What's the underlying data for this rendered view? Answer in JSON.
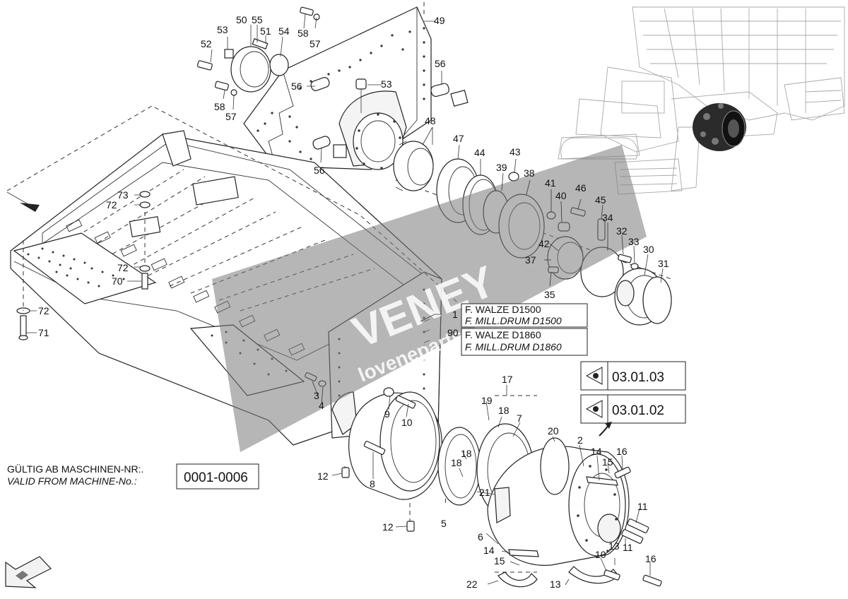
{
  "callouts": [
    {
      "id": "c49",
      "text": "49"
    },
    {
      "id": "c50",
      "text": "50"
    },
    {
      "id": "c55",
      "text": "55"
    },
    {
      "id": "c53a",
      "text": "53"
    },
    {
      "id": "c51",
      "text": "51"
    },
    {
      "id": "c54",
      "text": "54"
    },
    {
      "id": "c58a",
      "text": "58"
    },
    {
      "id": "c57a",
      "text": "57"
    },
    {
      "id": "c52",
      "text": "52"
    },
    {
      "id": "c56a",
      "text": "56"
    },
    {
      "id": "c56b",
      "text": "56"
    },
    {
      "id": "c53b",
      "text": "53"
    },
    {
      "id": "c58b",
      "text": "58"
    },
    {
      "id": "c57b",
      "text": "57"
    },
    {
      "id": "c56c",
      "text": "56"
    },
    {
      "id": "c48",
      "text": "48"
    },
    {
      "id": "c47",
      "text": "47"
    },
    {
      "id": "c44",
      "text": "44"
    },
    {
      "id": "c43",
      "text": "43"
    },
    {
      "id": "c39",
      "text": "39"
    },
    {
      "id": "c38",
      "text": "38"
    },
    {
      "id": "c41",
      "text": "41"
    },
    {
      "id": "c40",
      "text": "40"
    },
    {
      "id": "c46",
      "text": "46"
    },
    {
      "id": "c45",
      "text": "45"
    },
    {
      "id": "c34",
      "text": "34"
    },
    {
      "id": "c32",
      "text": "32"
    },
    {
      "id": "c33",
      "text": "33"
    },
    {
      "id": "c30",
      "text": "30"
    },
    {
      "id": "c31",
      "text": "31"
    },
    {
      "id": "c42",
      "text": "42"
    },
    {
      "id": "c37",
      "text": "37"
    },
    {
      "id": "c35",
      "text": "35"
    },
    {
      "id": "c73",
      "text": "73"
    },
    {
      "id": "c72a",
      "text": "72"
    },
    {
      "id": "c72b",
      "text": "72"
    },
    {
      "id": "c70",
      "text": "70"
    },
    {
      "id": "c72c",
      "text": "72"
    },
    {
      "id": "c71",
      "text": "71"
    },
    {
      "id": "c1",
      "text": "1"
    },
    {
      "id": "c90",
      "text": "90"
    },
    {
      "id": "c3",
      "text": "3"
    },
    {
      "id": "c4",
      "text": "4"
    },
    {
      "id": "c9",
      "text": "9"
    },
    {
      "id": "c10a",
      "text": "10"
    },
    {
      "id": "c12a",
      "text": "12"
    },
    {
      "id": "c8",
      "text": "8"
    },
    {
      "id": "c12b",
      "text": "12"
    },
    {
      "id": "c17",
      "text": "17"
    },
    {
      "id": "c19",
      "text": "19"
    },
    {
      "id": "c18a",
      "text": "18"
    },
    {
      "id": "c7",
      "text": "7"
    },
    {
      "id": "c20",
      "text": "20"
    },
    {
      "id": "c18b",
      "text": "18"
    },
    {
      "id": "c18c",
      "text": "18"
    },
    {
      "id": "c21",
      "text": "21"
    },
    {
      "id": "c5",
      "text": "5"
    },
    {
      "id": "c6",
      "text": "6"
    },
    {
      "id": "c2",
      "text": "2"
    },
    {
      "id": "c14a",
      "text": "14"
    },
    {
      "id": "c15a",
      "text": "15"
    },
    {
      "id": "c16a",
      "text": "16"
    },
    {
      "id": "c11a",
      "text": "11"
    },
    {
      "id": "c11b",
      "text": "11"
    },
    {
      "id": "c13a",
      "text": "13"
    },
    {
      "id": "c10b",
      "text": "10"
    },
    {
      "id": "c14b",
      "text": "14"
    },
    {
      "id": "c15b",
      "text": "15"
    },
    {
      "id": "c16b",
      "text": "16"
    },
    {
      "id": "c22",
      "text": "22"
    },
    {
      "id": "c13b",
      "text": "13"
    }
  ],
  "variant_box": {
    "d1500_de": "F. WALZE D1500",
    "d1500_en": "F. MILL.DRUM D1500",
    "d1860_de": "F. WALZE D1860",
    "d1860_en": "F. MILL.DRUM D1860"
  },
  "references": [
    {
      "id": "ref1",
      "label": "03.01.03"
    },
    {
      "id": "ref2",
      "label": "03.01.02"
    }
  ],
  "validity": {
    "line_de": "GÜLTIG AB MASCHINEN-NR:.",
    "line_en": "VALID FROM MACHINE-No.:",
    "range": "0001-0006"
  },
  "watermark": {
    "text": "VENEY",
    "sub": "loveneparts"
  },
  "colors": {
    "line": "#222222",
    "watermark_band": "#7a7a7a",
    "background_machine": "#a8a8a8"
  }
}
